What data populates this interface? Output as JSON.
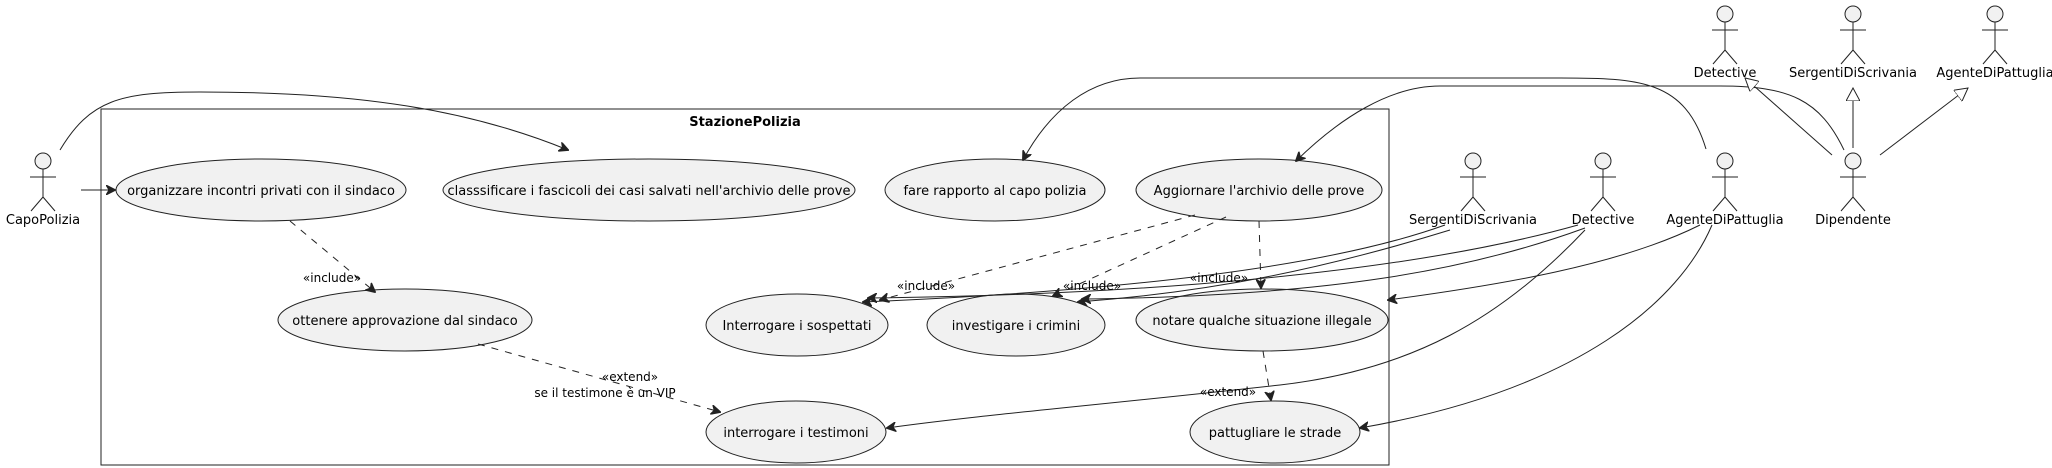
{
  "system": {
    "title": "StazionePolizia"
  },
  "actors": {
    "capo_polizia": "CapoPolizia",
    "detective_top": "Detective",
    "sergenti_top": "SergentiDiScrivania",
    "agente_top": "AgenteDiPattuglia",
    "sergenti": "SergentiDiScrivania",
    "detective": "Detective",
    "agente": "AgenteDiPattuglia",
    "dipendente": "Dipendente"
  },
  "use_cases": {
    "organizzare": "organizzare incontri privati con il sindaco",
    "classificare": "classsificare i fascicoli dei casi salvati nell'archivio delle prove",
    "rapporto": "fare rapporto al capo polizia",
    "aggiornare": "Aggiornare l'archivio delle prove",
    "approvazione": "ottenere approvazione dal sindaco",
    "interrogare_sospettati": "Interrogare i sospettati",
    "investigare": "investigare i crimini",
    "notare": "notare qualche situazione illegale",
    "interrogare_testimoni": "interrogare i testimoni",
    "pattugliare": "pattugliare le strade"
  },
  "relations": {
    "include_approvazione": "«include»",
    "include_sospettati": "«include»",
    "include_investigare": "«include»",
    "include_notare": "«include»",
    "extend_testimoni": "«extend»",
    "extend_condition": "se il testimone è un VIP",
    "extend_pattugliare": "«extend»"
  }
}
